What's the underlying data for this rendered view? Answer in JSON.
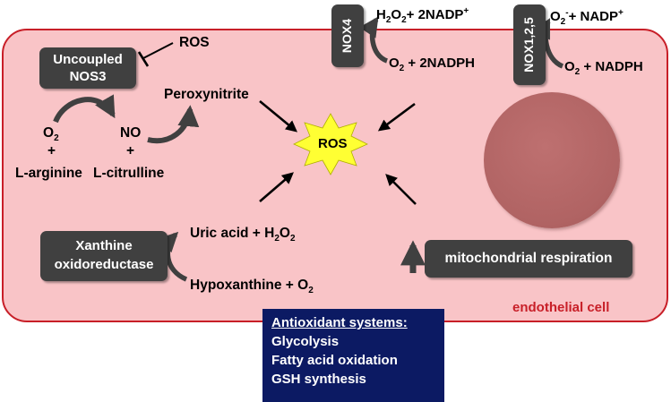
{
  "cell_label": "endothelial cell",
  "ros_label": "ROS",
  "uncoupled_nos3": {
    "line1": "Uncoupled",
    "line2": "NOS3",
    "inhibitor": "ROS"
  },
  "nos_pathway": {
    "o2": "O",
    "o2_sub": "2",
    "plus1": "+",
    "l_arginine": "L-arginine",
    "no": "NO",
    "plus2": "+",
    "l_citrulline": "L-citrulline",
    "peroxynitrite": "Peroxynitrite"
  },
  "nox4": {
    "name": "NOX4",
    "product_a": "H",
    "product_a_sub": "2",
    "product_b": "O",
    "product_b_sub": "2",
    "product_rest": "+ 2NADP",
    "product_sup": "+",
    "substrate": "O",
    "substrate_sub": "2",
    "substrate_rest": " + 2NADPH"
  },
  "nox125": {
    "name": "NOX1,2,5",
    "product": "O",
    "product_sub": "2",
    "product_sup": "-",
    "product_rest": "+ NADP",
    "product_rest_sup": "+",
    "substrate": "O",
    "substrate_sub": "2",
    "substrate_rest": " + NADPH"
  },
  "xanthine": {
    "line1": "Xanthine",
    "line2": "oxidoreductase",
    "product": "Uric acid + H",
    "product_sub1": "2",
    "product_mid": "O",
    "product_sub2": "2",
    "substrate": "Hypoxanthine + O",
    "substrate_sub": "2"
  },
  "mitochondrial": {
    "label": "mitochondrial respiration"
  },
  "antioxidant": {
    "title": "Antioxidant systems:",
    "items": [
      "Glycolysis",
      "Fatty acid oxidation",
      "GSH synthesis"
    ]
  },
  "colors": {
    "cell_fill": "#f9c4c7",
    "cell_border": "#c81f28",
    "box_fill": "#404040",
    "ros_star": "#ffff33",
    "antioxidant_fill": "#0c1a63",
    "mitochondrion": "#b06363"
  }
}
